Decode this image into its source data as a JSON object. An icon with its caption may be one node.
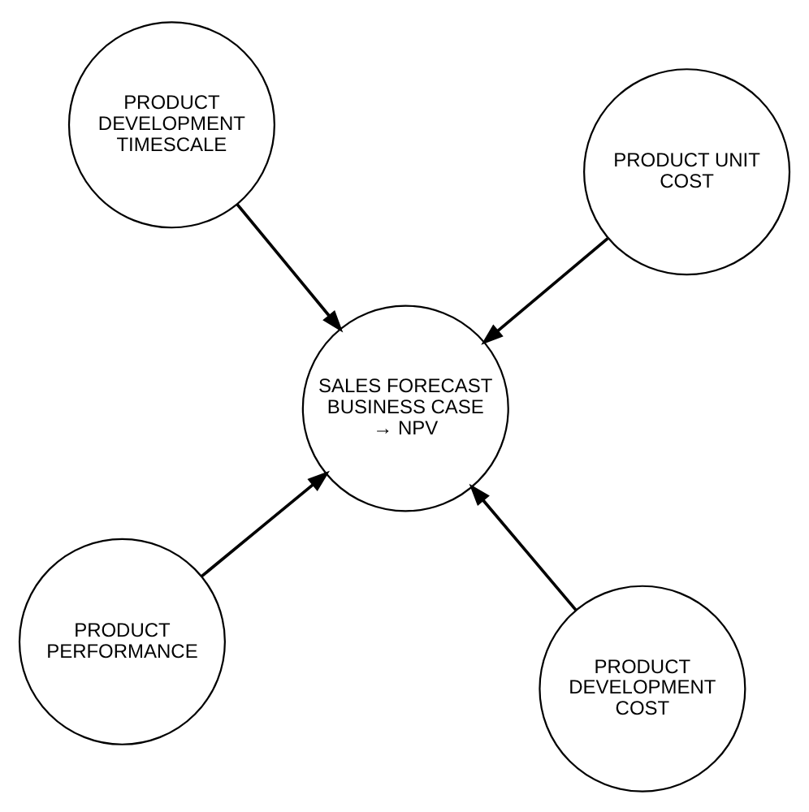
{
  "diagram": {
    "nodes": [
      {
        "text": [
          "PRODUCT PERFORMANCE"
        ]
      },
      {
        "text": [
          "PRODUCT DEVELOPMENT COST"
        ]
      },
      {
        "text": [
          "SALES FORECAST BUSINESS CASE",
          "→ NPV"
        ]
      },
      {
        "text": [
          "PRODUCT DEVELOPMENT TIMESCALE"
        ]
      },
      {
        "text": [
          "PRODUCT UNIT COST"
        ]
      }
    ],
    "edges": [
      {
        "from": 0,
        "to": 2,
        "arrow": "to"
      },
      {
        "from": 1,
        "to": 2,
        "arrow": "to"
      },
      {
        "from": 3,
        "to": 2,
        "arrow": "to"
      },
      {
        "from": 4,
        "to": 2,
        "arrow": "to"
      }
    ]
  }
}
